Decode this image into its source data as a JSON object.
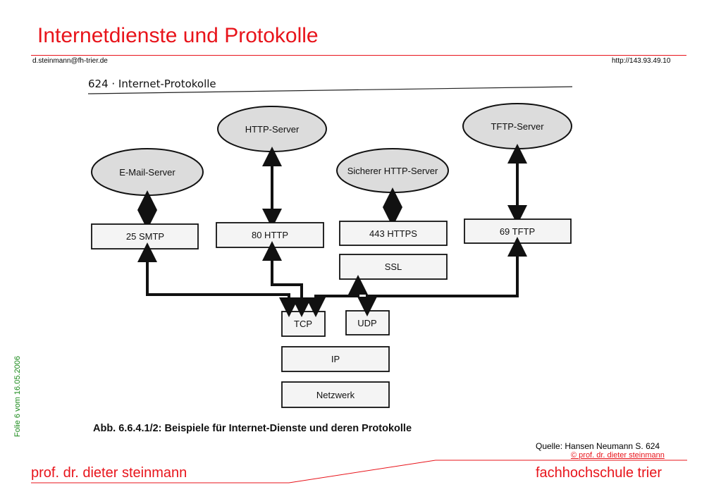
{
  "slide": {
    "title": "Internetdienste und Protokolle",
    "email": "d.steinmann@fh-trier.de",
    "url": "http://143.93.49.10",
    "side_text": "Folie 6 vom 16.05.2006",
    "source": "Quelle: Hansen Neumann S. 624",
    "copyright": "© prof. dr. dieter steinmann",
    "author": "prof. dr. dieter steinmann",
    "school": "fachhochschule trier",
    "accent_color": "#e8141b",
    "side_color": "#1a8a1a"
  },
  "figure": {
    "book_header": "624 · Internet-Protokolle",
    "caption": "Abb. 6.6.4.1/2: Beispiele für Internet-Dienste und deren Protokolle",
    "servers": {
      "email": "E-Mail-Server",
      "http": "HTTP-Server",
      "https": "Sicherer HTTP-Server",
      "tftp": "TFTP-Server"
    },
    "protocols": {
      "smtp": "25 SMTP",
      "http": "80 HTTP",
      "https": "443 HTTPS",
      "tftp": "69 TFTP",
      "ssl": "SSL",
      "tcp": "TCP",
      "udp": "UDP",
      "ip": "IP",
      "net": "Netzwerk"
    }
  }
}
